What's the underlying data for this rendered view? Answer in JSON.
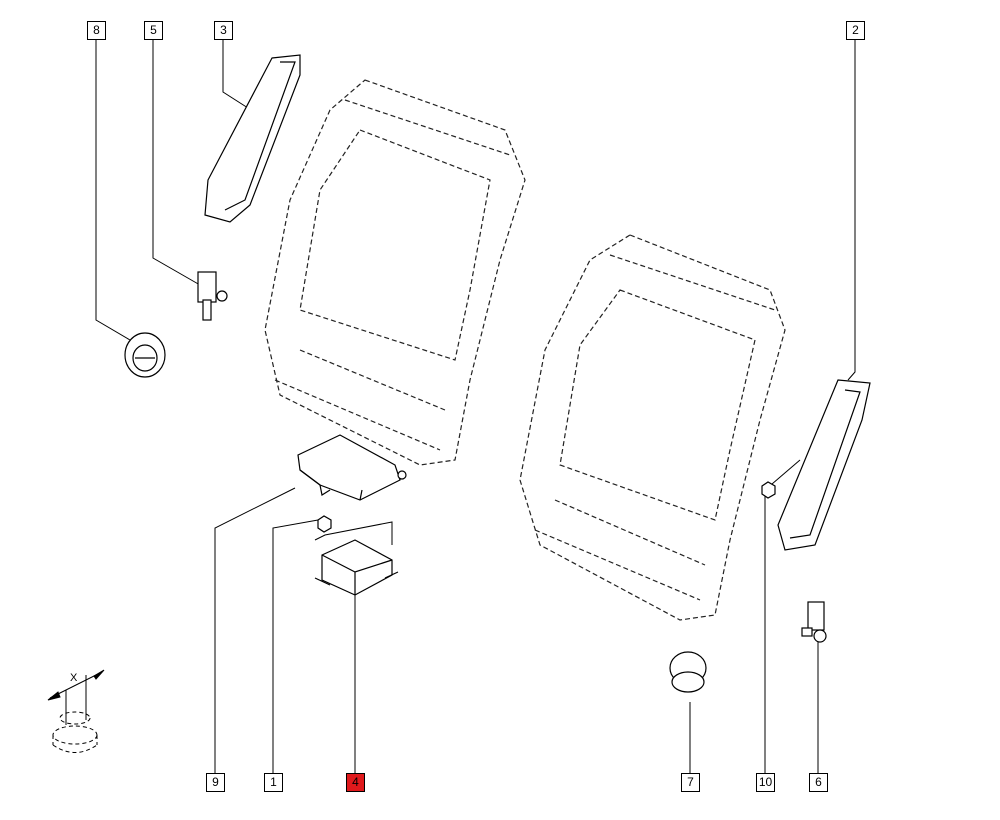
{
  "callouts": {
    "c8": "8",
    "c5": "5",
    "c3": "3",
    "c2": "2",
    "c9": "9",
    "c1": "1",
    "c4": "4",
    "c7": "7",
    "c10": "10",
    "c6": "6"
  },
  "highlighted_callout": "4",
  "highlight_color": "#e0191c",
  "detail_label": "X"
}
